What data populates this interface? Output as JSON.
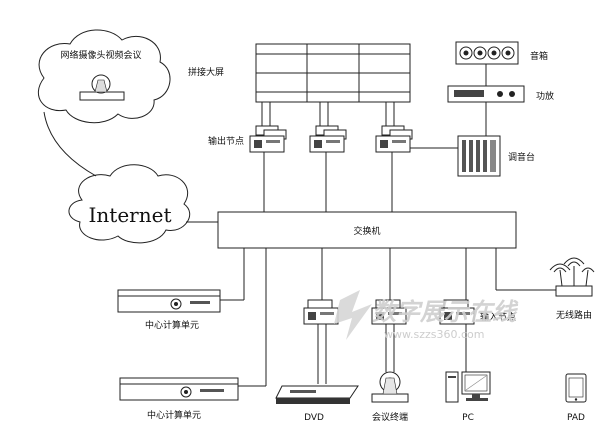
{
  "labels": {
    "cloud_title": "网络摄像头视频会议",
    "internet": "Internet",
    "video_wall": "拼接大屏",
    "output_node": "输出节点",
    "speaker": "音箱",
    "amplifier": "功放",
    "mixer": "调音台",
    "switch": "交换机",
    "input_node": "输入节点",
    "wireless_router": "无线路由",
    "compute_unit_1": "中心计算单元",
    "compute_unit_2": "中心计算单元",
    "dvd": "DVD",
    "conference_terminal": "会议终端",
    "pc": "PC",
    "pad": "PAD"
  },
  "watermark": {
    "text": "数字展示在线",
    "url": "www.szzs360.com"
  }
}
